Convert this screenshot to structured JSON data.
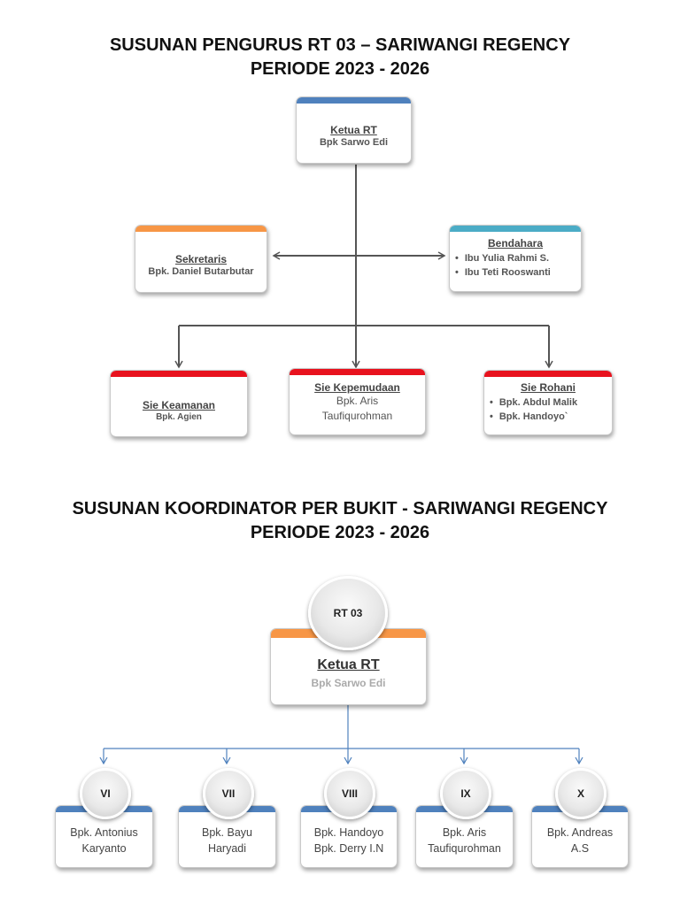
{
  "section1": {
    "title_line1": "SUSUNAN PENGURUS RT 03 – SARIWANGI REGENCY",
    "title_line2": "PERIODE 2023 - 2026",
    "ketua": {
      "role": "Ketua RT",
      "name": "Bpk Sarwo Edi"
    },
    "sekretaris": {
      "role": "Sekretaris",
      "name": "Bpk. Daniel Butarbutar"
    },
    "bendahara": {
      "role": "Bendahara",
      "names": [
        "Ibu Yulia Rahmi S.",
        "Ibu Teti Rooswanti"
      ]
    },
    "keamanan": {
      "role": "Sie Keamanan",
      "name": "Bpk. Agien"
    },
    "kepemudaan": {
      "role": "Sie Kepemudaan",
      "name_line1": "Bpk. Aris",
      "name_line2": "Taufiqurohman"
    },
    "rohani": {
      "role": "Sie Rohani",
      "names": [
        "Bpk. Abdul Malik",
        "Bpk. Handoyo`"
      ]
    }
  },
  "section2": {
    "title_line1": "SUSUNAN KOORDINATOR PER BUKIT - SARIWANGI REGENCY",
    "title_line2": "PERIODE 2023 - 2026",
    "root_label": "RT 03",
    "ketua": {
      "role": "Ketua RT",
      "name": "Bpk Sarwo Edi"
    },
    "bukit": [
      {
        "label": "VI",
        "line1": "Bpk. Antonius",
        "line2": "Karyanto"
      },
      {
        "label": "VII",
        "line1": "Bpk. Bayu",
        "line2": "Haryadi"
      },
      {
        "label": "VIII",
        "line1": "Bpk. Handoyo",
        "line2": "Bpk. Derry I.N"
      },
      {
        "label": "IX",
        "line1": "Bpk. Aris",
        "line2": "Taufiqurohman"
      },
      {
        "label": "X",
        "line1": "Bpk. Andreas",
        "line2": "A.S"
      }
    ]
  },
  "colors": {
    "blue_bar": "#4f81bd",
    "orange_bar": "#f79646",
    "teal_bar": "#4bacc6",
    "red_bar": "#e8121e",
    "connector_dark": "#555555",
    "connector_blue": "#4f81bd"
  }
}
